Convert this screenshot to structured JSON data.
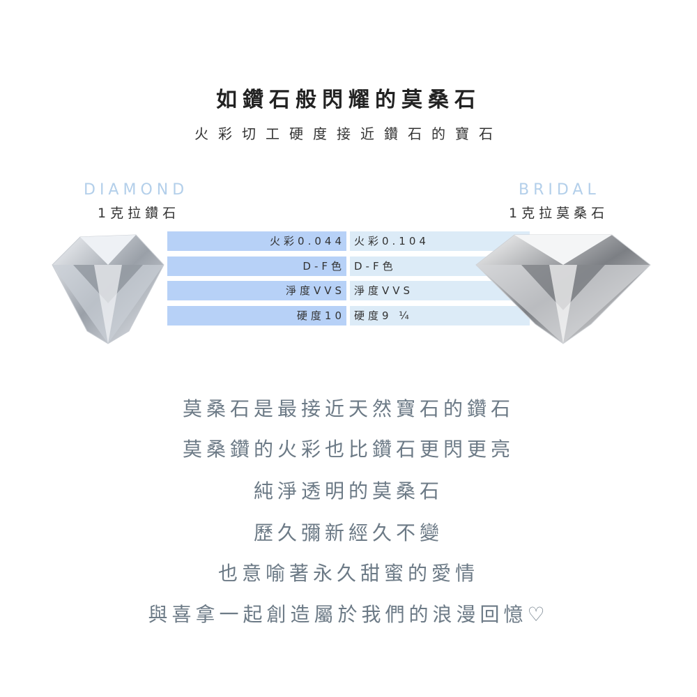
{
  "title": "如鑽石般閃耀的莫桑石",
  "subtitle": "火彩切工硬度接近鑽石的寶石",
  "left": {
    "en": "DIAMOND",
    "cn": "1克拉鑽石",
    "specs": [
      "火彩0.044",
      "D-F色",
      "淨度VVS",
      "硬度10"
    ]
  },
  "right": {
    "en": "BRIDAL",
    "cn": "1克拉莫桑石",
    "specs": [
      "火彩0.104",
      "D-F色",
      "淨度VVS",
      "硬度9 ¼"
    ]
  },
  "colors": {
    "left_bar": "#b7d1f7",
    "right_bar": "#dcebf7",
    "body_text": "#6c7a86"
  },
  "lines": [
    "莫桑石是最接近天然寶石的鑽石",
    "莫桑鑽的火彩也比鑽石更閃更亮",
    "純淨透明的莫桑石",
    "歷久彌新經久不變",
    "也意喻著永久甜蜜的愛情",
    "與喜拿一起創造屬於我們的浪漫回憶♡"
  ]
}
